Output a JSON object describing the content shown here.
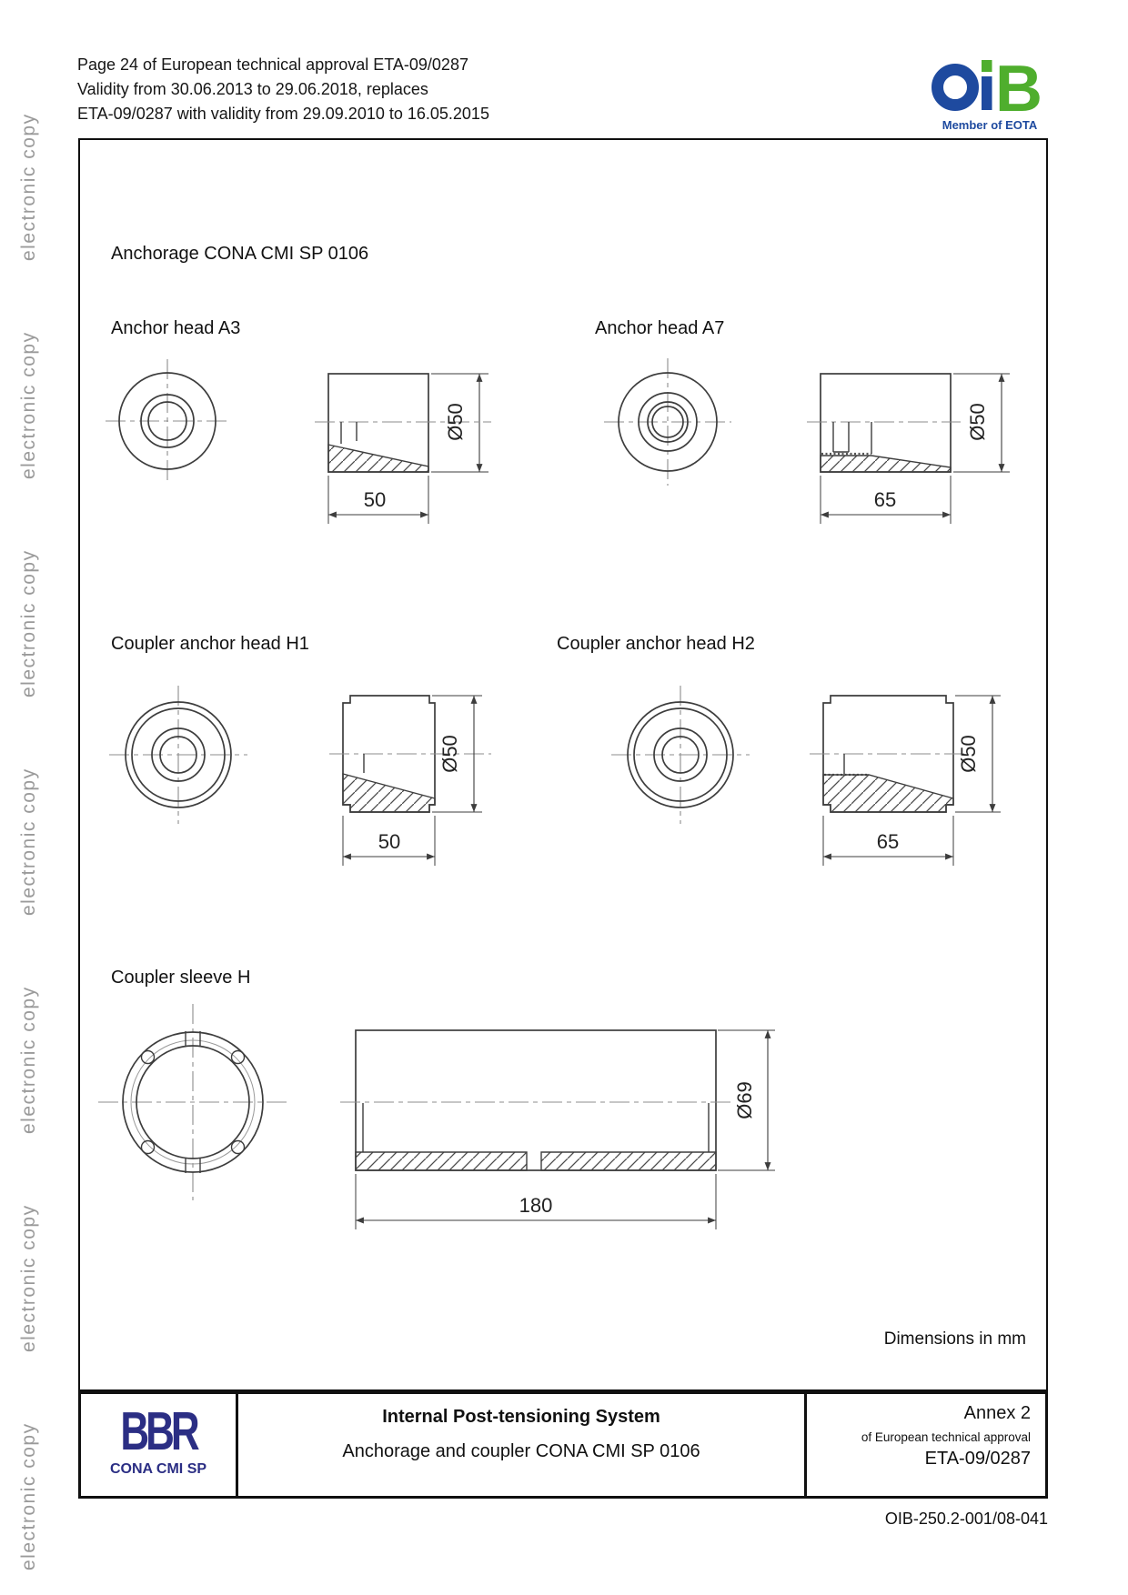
{
  "watermark": {
    "text": "electronic copy",
    "color": "#9a9a9a",
    "repeat": 7
  },
  "header": {
    "lines": [
      "Page 24 of European technical approval ETA-09/0287",
      "Validity from 30.06.2013 to 29.06.2018, replaces",
      "ETA-09/0287 with validity from 29.09.2010 to 16.05.2015"
    ]
  },
  "oib_logo": {
    "b": "B",
    "caption": "Member of EOTA",
    "blue": "#1e4a9f",
    "green": "#4fae2d"
  },
  "drawing": {
    "title": "Anchorage CONA CMI SP 0106",
    "note": "Dimensions in mm",
    "parts": [
      {
        "label": "Anchor head A3",
        "diameter": "Ø50",
        "length": "50"
      },
      {
        "label": "Anchor head A7",
        "diameter": "Ø50",
        "length": "65"
      },
      {
        "label": "Coupler anchor head H1",
        "diameter": "Ø50",
        "length": "50"
      },
      {
        "label": "Coupler anchor head H2",
        "diameter": "Ø50",
        "length": "65"
      },
      {
        "label": "Coupler sleeve H",
        "diameter": "Ø69",
        "length": "180"
      }
    ]
  },
  "footer": {
    "brand": {
      "logo": "BBR",
      "caption": "CONA CMI SP",
      "color": "#2b2e84"
    },
    "title": "Internal Post-tensioning System",
    "subtitle": "Anchorage and coupler CONA CMI SP 0106",
    "annex": {
      "line1": "Annex 2",
      "line2": "of European technical approval",
      "line3": "ETA-09/0287"
    }
  },
  "doc_number": "OIB-250.2-001/08-041"
}
